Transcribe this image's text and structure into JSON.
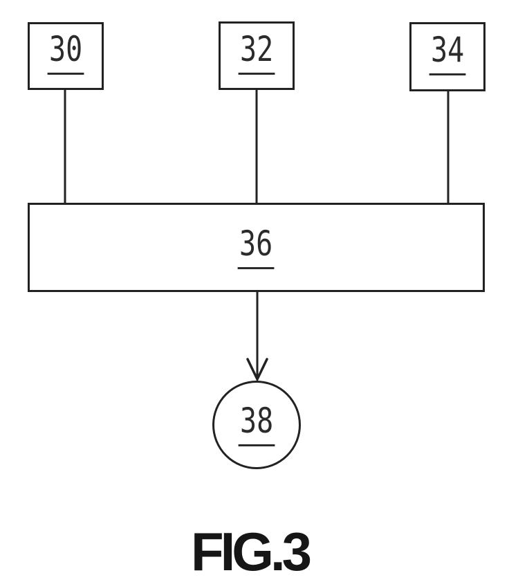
{
  "figure": {
    "caption": "FIG.3",
    "colors": {
      "stroke": "#222222",
      "label_text": "#2b2b2b",
      "background": "#ffffff",
      "caption_text": "#161616"
    },
    "nodes": [
      {
        "id": "30",
        "label": "30",
        "shape": "rect"
      },
      {
        "id": "32",
        "label": "32",
        "shape": "rect"
      },
      {
        "id": "34",
        "label": "34",
        "shape": "rect"
      },
      {
        "id": "36",
        "label": "36",
        "shape": "wide-rect"
      },
      {
        "id": "38",
        "label": "38",
        "shape": "circle"
      }
    ],
    "edges": [
      {
        "from": "30",
        "to": "36",
        "type": "line"
      },
      {
        "from": "32",
        "to": "36",
        "type": "line"
      },
      {
        "from": "34",
        "to": "36",
        "type": "line"
      },
      {
        "from": "36",
        "to": "38",
        "type": "arrow"
      }
    ]
  }
}
